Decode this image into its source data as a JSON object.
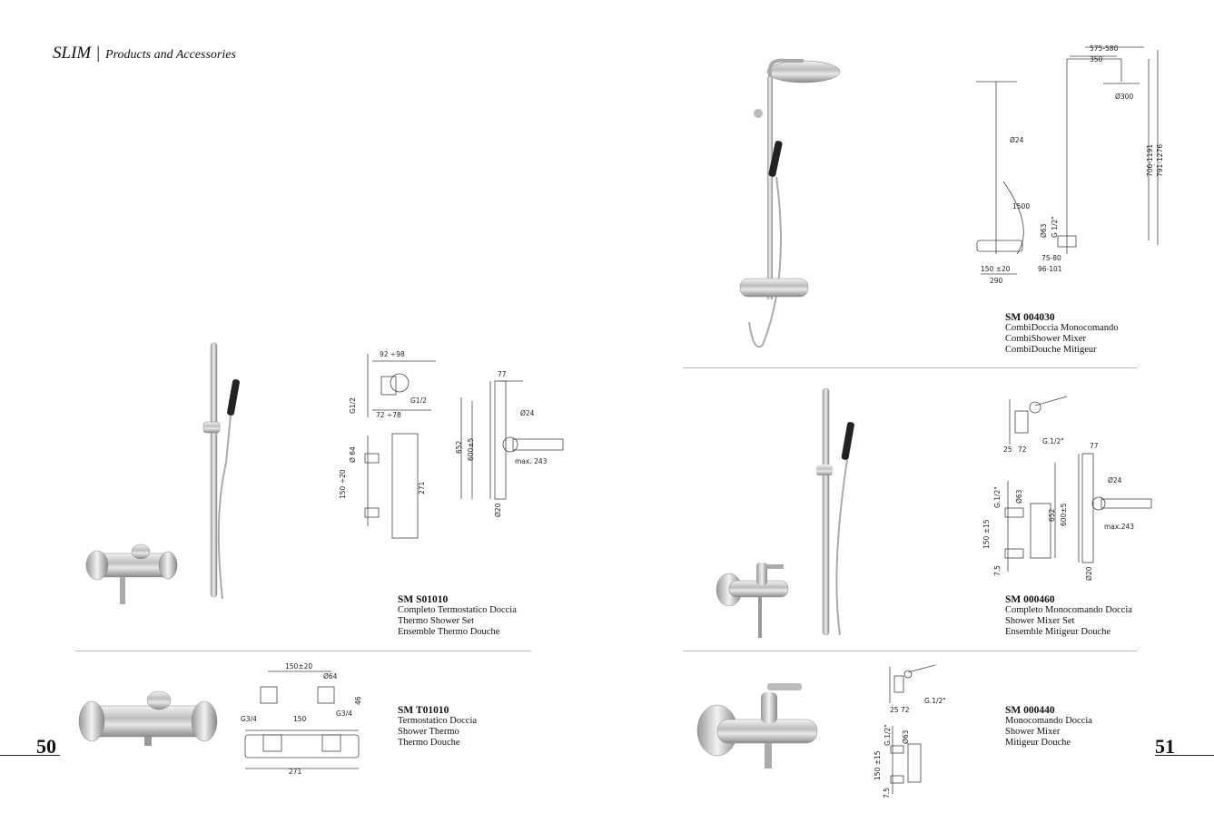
{
  "header": {
    "brand": "SLIM",
    "separator": "|",
    "subtitle": "Products and Accessories"
  },
  "pages": {
    "left": "50",
    "right": "51"
  },
  "products": [
    {
      "code": "SM S01010",
      "lines": [
        "Completo Termostatico Doccia",
        "Thermo Shower Set",
        "Ensemble Thermo Douche"
      ]
    },
    {
      "code": "SM T01010",
      "lines": [
        "Termostatico Doccia",
        "Shower Thermo",
        "Thermo Douche"
      ]
    },
    {
      "code": "SM 004030",
      "lines": [
        "CombiDoccia Monocomando",
        "CombiShower Mixer",
        "CombiDouche Mitigeur"
      ]
    },
    {
      "code": "SM 000460",
      "lines": [
        "Completo Monocomando Doccia",
        "Shower Mixer Set",
        "Ensemble Mitigeur Douche"
      ]
    },
    {
      "code": "SM 000440",
      "lines": [
        "Monocomando Doccia",
        "Shower Mixer",
        "Mitigeur Douche"
      ]
    }
  ],
  "dims": {
    "s01010": [
      "92 ÷98",
      "G1/2",
      "G1/2",
      "72 ÷78",
      "Ø 64",
      "150 ÷20",
      "271",
      "77",
      "Ø24",
      "652",
      "600±5",
      "max. 243",
      "Ø20"
    ],
    "t01010": [
      "150±20",
      "Ø64",
      "46",
      "G3/4",
      "150",
      "G3/4",
      "271"
    ],
    "d004030": [
      "575-580",
      "350",
      "Ø300",
      "Ø24",
      "1500",
      "Ø63",
      "G 1/2\"",
      "706-1191",
      "791-1276",
      "75-80",
      "96-101",
      "150 ±20",
      "290"
    ],
    "d000460": [
      "25",
      "72",
      "G.1/2\"",
      "77",
      "Ø24",
      "652",
      "600±5",
      "max.243",
      "Ø20",
      "G.1/2\"",
      "Ø63",
      "150 ±15",
      "7.5"
    ],
    "d000440": [
      "25",
      "72",
      "G.1/2\"",
      "G.1/2\"",
      "Ø63",
      "150 ±15",
      "7.5"
    ]
  }
}
